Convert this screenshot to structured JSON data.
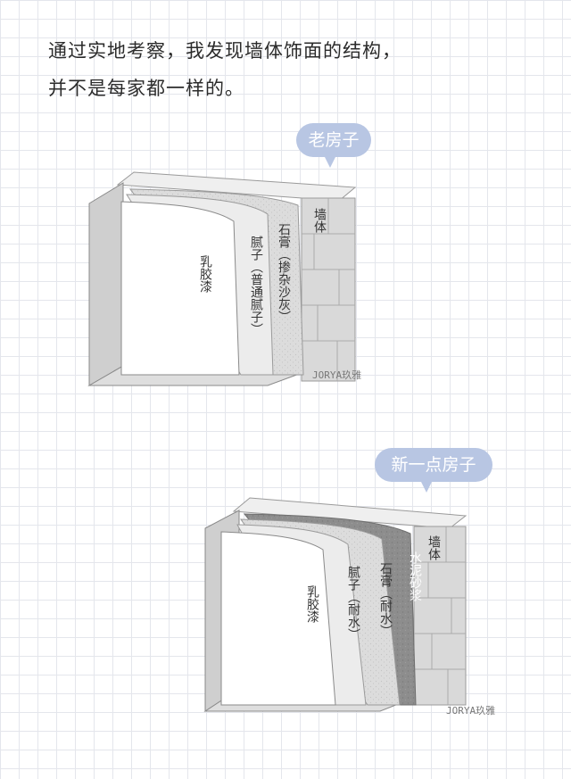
{
  "intro": {
    "line1": "通过实地考察，我发现墙体饰面的结构，",
    "line2": "并不是每家都一样的。"
  },
  "old_house": {
    "label": "老房子",
    "layers": {
      "paint": "乳胶漆",
      "putty": "腻子（普通腻子）",
      "plaster": "石膏（掺杂沙灰）",
      "wall": "墙体"
    },
    "watermark": "JORYA玖雅"
  },
  "new_house": {
    "label": "新一点房子",
    "layers": {
      "paint": "乳胶漆",
      "putty": "腻子（耐水）",
      "plaster": "石膏（耐水）",
      "mortar": "水泥砂浆",
      "wall": "墙体"
    },
    "watermark": "JORYA玖雅"
  },
  "colors": {
    "bubble": "#b8c6e3",
    "paint": "#ffffff",
    "putty": "#ececec",
    "plaster": "#dcdcdc",
    "mortar": "#8d8d8d",
    "brick": "#d6d6d6"
  }
}
